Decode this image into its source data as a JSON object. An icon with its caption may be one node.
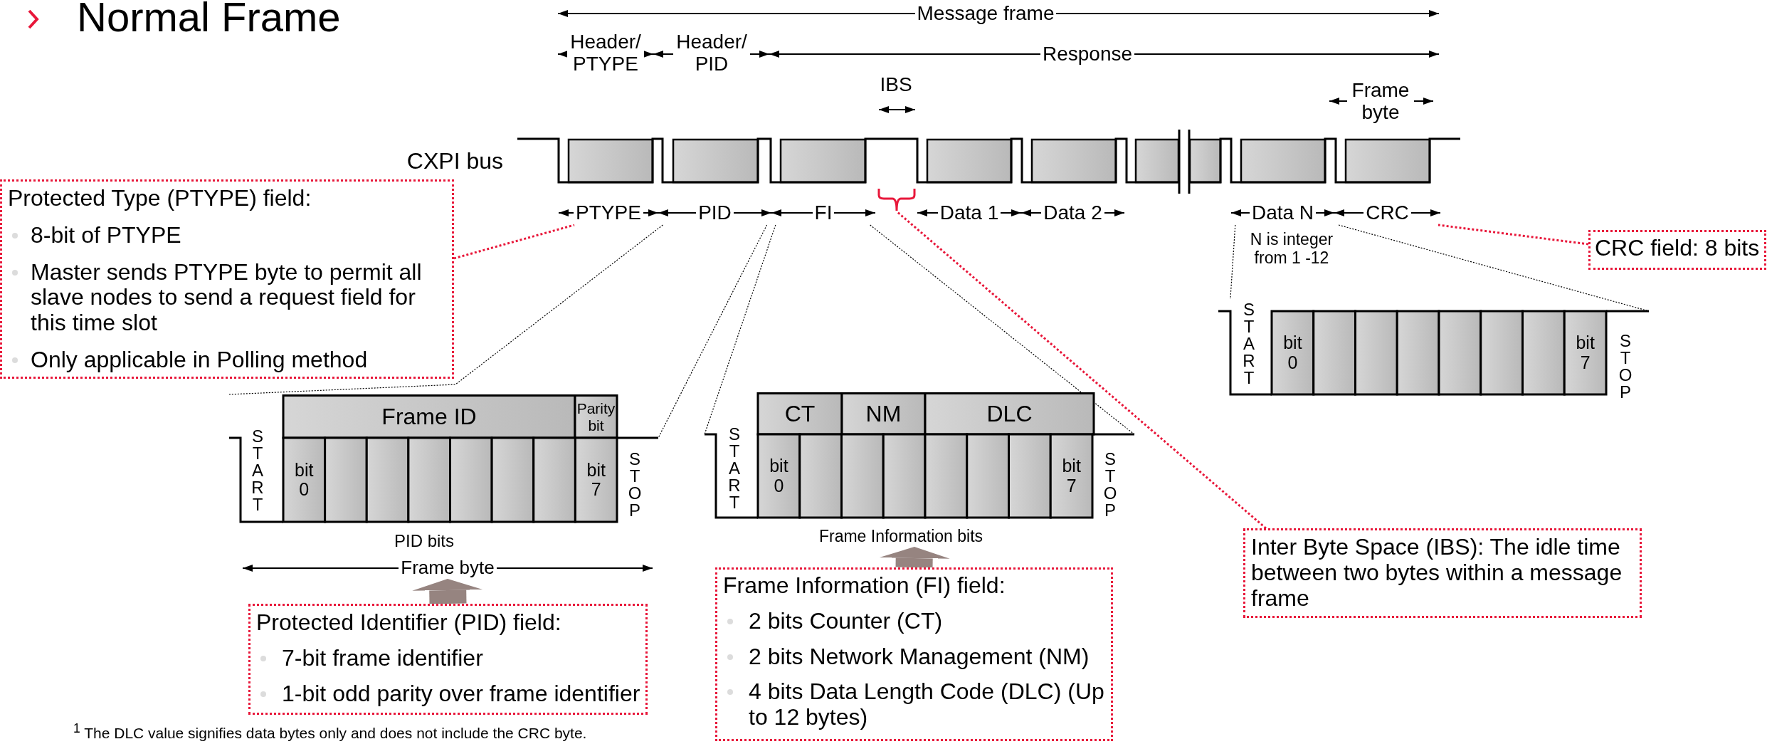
{
  "diagram": {
    "title": "Normal Frame",
    "nodes": [
      {
        "text": [
          "PTYPE"
        ]
      },
      {
        "text": [
          "PID"
        ]
      },
      {
        "text": [
          "FI"
        ]
      },
      {
        "text": [],
        "shape": "brace"
      },
      {
        "text": [
          "Data N"
        ]
      },
      {
        "text": [
          "CRC"
        ]
      },
      {
        "text": [
          "Protected Type (PTYPE) field:",
          "8-bit of PTYPE",
          "Master sends PTYPE byte to permit all slave nodes to send a request field for this time slot",
          "Only applicable in Polling method"
        ]
      },
      {
        "text": [
          "CRC field: 8 bits"
        ]
      },
      {
        "text": [
          "Frame ID",
          "Parity bit",
          "START",
          "bit 0",
          "bit 7",
          "STOP"
        ],
        "beside": [
          "PID bits"
        ]
      },
      {
        "text": [
          "CT",
          "NM",
          "DLC",
          "START",
          "bit 0",
          "bit 7",
          "STOP"
        ]
      },
      {
        "text": [
          "START",
          "bit 0",
          "bit 7",
          "STOP"
        ]
      },
      {
        "text": [
          "Frame byte"
        ]
      },
      {
        "text": [
          "Frame Information bits"
        ]
      },
      {
        "text": [
          "Inter Byte Space (IBS): The idle time between two bytes within a message frame"
        ]
      },
      {
        "text": [
          "Protected Identifier (PID) field:",
          "7-bit frame identifier",
          "1-bit odd parity over frame identifier"
        ]
      },
      {
        "text": [
          "Frame Information (FI) field:",
          "2 bits Counter (CT)",
          "2 bits Network Management (NM)",
          "4 bits Data Length Code (DLC) (Up to 12 bytes)"
        ]
      }
    ],
    "edges": [
      {
        "from": 6,
        "to": 0,
        "arrow": "none",
        "style": "dashed",
        "color": "#e8173a"
      },
      {
        "from": 1,
        "to": 8,
        "arrow": "none",
        "style": "dashed"
      },
      {
        "from": 1,
        "to": 8,
        "arrow": "none",
        "style": "dashed"
      },
      {
        "from": 2,
        "to": 9,
        "arrow": "none",
        "style": "dashed"
      },
      {
        "from": 2,
        "to": 9,
        "arrow": "none",
        "style": "dashed"
      },
      {
        "from": 13,
        "to": 3,
        "arrow": "none",
        "style": "dashed",
        "color": "#e8173a"
      },
      {
        "from": 4,
        "to": 10,
        "arrow": "none",
        "style": "dashed"
      },
      {
        "from": 5,
        "to": 10,
        "arrow": "none",
        "style": "dashed"
      },
      {
        "from": 7,
        "to": 5,
        "arrow": "none",
        "style": "dashed",
        "color": "#e8173a"
      },
      {
        "from": 14,
        "to": 11,
        "arrow": "to",
        "style": "thick",
        "color": "#968480"
      },
      {
        "from": 15,
        "to": 12,
        "arrow": "to",
        "style": "thick",
        "color": "#968480"
      }
    ],
    "labels": [
      "Message frame",
      "Header/ PTYPE",
      "Header/ PID",
      "Response",
      "IBS",
      "Frame byte",
      "CXPI bus",
      "Data 1",
      "Data 2",
      "N is integer from 1 -12",
      "$^{1}$ The DLC value signifies data bytes only and does not include the CRC byte."
    ]
  }
}
